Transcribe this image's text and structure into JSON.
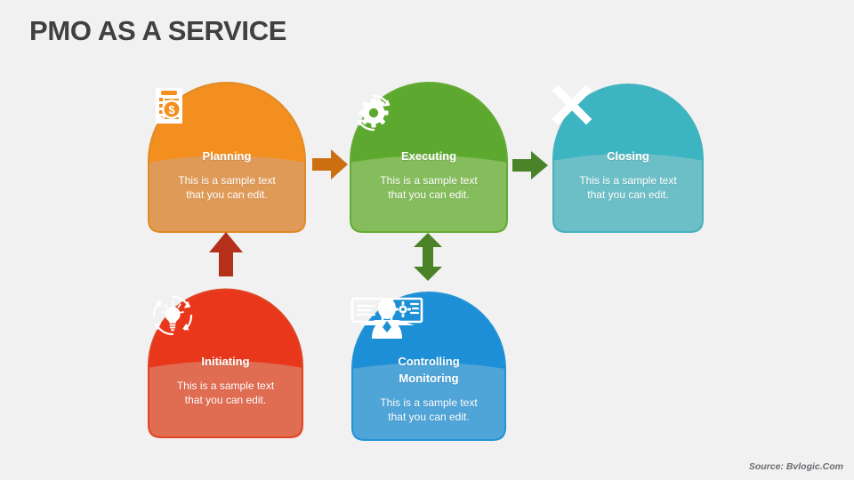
{
  "slide": {
    "title": "PMO AS A SERVICE",
    "background_color": "#f1f1f1",
    "title_color": "#404040",
    "source_note": "Source: Bvlogic.Com",
    "source_color": "#6d6d73"
  },
  "cards": [
    {
      "id": "planning",
      "title": "Planning",
      "body_line1": "This is a sample text",
      "body_line2": "that you can edit.",
      "icon": "document-magnifier-dollar-icon",
      "top_color": "#f28f1e",
      "bottom_color": "#e09a57",
      "stroke_color": "#e08a28"
    },
    {
      "id": "executing",
      "title": "Executing",
      "body_line1": "This is a sample text",
      "body_line2": "that you can edit.",
      "icon": "gear-refresh-icon",
      "top_color": "#5da92f",
      "bottom_color": "#85bc5c",
      "stroke_color": "#64ab34"
    },
    {
      "id": "closing",
      "title": "Closing",
      "body_line1": "This is a sample text",
      "body_line2": "that you can edit.",
      "icon": "close-x-icon",
      "top_color": "#3cb4c2",
      "bottom_color": "#6cbfc6",
      "stroke_color": "#46b2bd"
    },
    {
      "id": "initiating",
      "title": "Initiating",
      "body_line1": "This is a sample text",
      "body_line2": "that you can edit.",
      "icon": "lightbulb-refresh-icon",
      "top_color": "#e8371a",
      "bottom_color": "#e06c52",
      "stroke_color": "#df4526"
    },
    {
      "id": "controlling-monitoring",
      "title_line1": "Controlling",
      "title_line2": "Monitoring",
      "body_line1": "This is a sample text",
      "body_line2": "that you can edit.",
      "icon": "monitor-person-gear-icon",
      "top_color": "#1d8fd6",
      "bottom_color": "#4fa5d8",
      "stroke_color": "#2293d6"
    }
  ],
  "connectors": [
    {
      "id": "planning-to-executing",
      "icon": "arrow-right-icon",
      "color": "#cc6f10"
    },
    {
      "id": "executing-to-closing",
      "icon": "arrow-right-icon",
      "color": "#4a8228"
    },
    {
      "id": "initiating-to-planning",
      "icon": "arrow-up-icon",
      "color": "#b5301a"
    },
    {
      "id": "executing-to-controlling",
      "icon": "arrow-up-down-icon",
      "color": "#4a8228"
    }
  ]
}
